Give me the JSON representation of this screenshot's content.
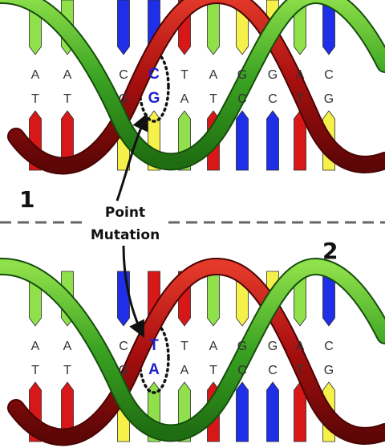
{
  "colors": {
    "A": "#8fe04a",
    "T": "#d81818",
    "C": "#1f2fe8",
    "G": "#f6f04a",
    "backbone_green": "#2f9b1e",
    "backbone_red": "#a80f0f",
    "mutation_letter": "#1f1fd0",
    "divider": "#666666"
  },
  "panels": [
    {
      "number": "1",
      "columns": [
        {
          "top": "A",
          "bottom": "T"
        },
        {
          "top": "A",
          "bottom": "T"
        },
        {
          "top": "C",
          "bottom": "G"
        },
        {
          "top": "C",
          "bottom": "G",
          "mutated": true
        },
        {
          "top": "T",
          "bottom": "A"
        },
        {
          "top": "A",
          "bottom": "T"
        },
        {
          "top": "G",
          "bottom": "C"
        },
        {
          "top": "G",
          "bottom": "C"
        },
        {
          "top": "A",
          "bottom": "T"
        },
        {
          "top": "C",
          "bottom": "G"
        }
      ],
      "mutation": {
        "top": "C",
        "bottom": "G"
      }
    },
    {
      "number": "2",
      "columns": [
        {
          "top": "A",
          "bottom": "T"
        },
        {
          "top": "A",
          "bottom": "T"
        },
        {
          "top": "C",
          "bottom": "G"
        },
        {
          "top": "T",
          "bottom": "A",
          "mutated": true
        },
        {
          "top": "T",
          "bottom": "A"
        },
        {
          "top": "A",
          "bottom": "T"
        },
        {
          "top": "G",
          "bottom": "C"
        },
        {
          "top": "G",
          "bottom": "C"
        },
        {
          "top": "A",
          "bottom": "T"
        },
        {
          "top": "C",
          "bottom": "G"
        }
      ],
      "mutation": {
        "top": "T",
        "bottom": "A"
      }
    }
  ],
  "callout": {
    "line1": "Point",
    "line2": "Mutation"
  }
}
